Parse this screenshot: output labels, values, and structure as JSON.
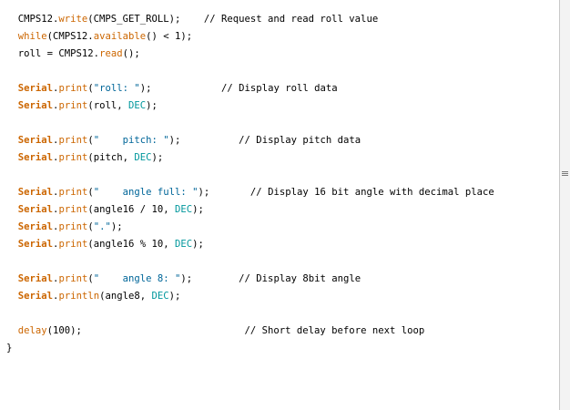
{
  "editor": {
    "lines": [
      [
        {
          "t": "  CMPS12.",
          "c": "plain"
        },
        {
          "t": "write",
          "c": "kw"
        },
        {
          "t": "(CMPS_GET_ROLL);    // Request and read roll value",
          "c": "plain"
        }
      ],
      [
        {
          "t": "  ",
          "c": "plain"
        },
        {
          "t": "while",
          "c": "kw"
        },
        {
          "t": "(CMPS12.",
          "c": "plain"
        },
        {
          "t": "available",
          "c": "kw"
        },
        {
          "t": "() < 1);",
          "c": "plain"
        }
      ],
      [
        {
          "t": "  roll = CMPS12.",
          "c": "plain"
        },
        {
          "t": "read",
          "c": "kw"
        },
        {
          "t": "();",
          "c": "plain"
        }
      ],
      [],
      [
        {
          "t": "  ",
          "c": "plain"
        },
        {
          "t": "Serial",
          "c": "kwb"
        },
        {
          "t": ".",
          "c": "plain"
        },
        {
          "t": "print",
          "c": "kw"
        },
        {
          "t": "(",
          "c": "plain"
        },
        {
          "t": "\"roll: \"",
          "c": "str"
        },
        {
          "t": ");            // Display roll data",
          "c": "plain"
        }
      ],
      [
        {
          "t": "  ",
          "c": "plain"
        },
        {
          "t": "Serial",
          "c": "kwb"
        },
        {
          "t": ".",
          "c": "plain"
        },
        {
          "t": "print",
          "c": "kw"
        },
        {
          "t": "(roll, ",
          "c": "plain"
        },
        {
          "t": "DEC",
          "c": "const"
        },
        {
          "t": ");",
          "c": "plain"
        }
      ],
      [],
      [
        {
          "t": "  ",
          "c": "plain"
        },
        {
          "t": "Serial",
          "c": "kwb"
        },
        {
          "t": ".",
          "c": "plain"
        },
        {
          "t": "print",
          "c": "kw"
        },
        {
          "t": "(",
          "c": "plain"
        },
        {
          "t": "\"    pitch: \"",
          "c": "str"
        },
        {
          "t": ");          // Display pitch data",
          "c": "plain"
        }
      ],
      [
        {
          "t": "  ",
          "c": "plain"
        },
        {
          "t": "Serial",
          "c": "kwb"
        },
        {
          "t": ".",
          "c": "plain"
        },
        {
          "t": "print",
          "c": "kw"
        },
        {
          "t": "(pitch, ",
          "c": "plain"
        },
        {
          "t": "DEC",
          "c": "const"
        },
        {
          "t": ");",
          "c": "plain"
        }
      ],
      [],
      [
        {
          "t": "  ",
          "c": "plain"
        },
        {
          "t": "Serial",
          "c": "kwb"
        },
        {
          "t": ".",
          "c": "plain"
        },
        {
          "t": "print",
          "c": "kw"
        },
        {
          "t": "(",
          "c": "plain"
        },
        {
          "t": "\"    angle full: \"",
          "c": "str"
        },
        {
          "t": ");       // Display 16 bit angle with decimal place",
          "c": "plain"
        }
      ],
      [
        {
          "t": "  ",
          "c": "plain"
        },
        {
          "t": "Serial",
          "c": "kwb"
        },
        {
          "t": ".",
          "c": "plain"
        },
        {
          "t": "print",
          "c": "kw"
        },
        {
          "t": "(angle16 / 10, ",
          "c": "plain"
        },
        {
          "t": "DEC",
          "c": "const"
        },
        {
          "t": ");",
          "c": "plain"
        }
      ],
      [
        {
          "t": "  ",
          "c": "plain"
        },
        {
          "t": "Serial",
          "c": "kwb"
        },
        {
          "t": ".",
          "c": "plain"
        },
        {
          "t": "print",
          "c": "kw"
        },
        {
          "t": "(",
          "c": "plain"
        },
        {
          "t": "\".\"",
          "c": "str"
        },
        {
          "t": ");",
          "c": "plain"
        }
      ],
      [
        {
          "t": "  ",
          "c": "plain"
        },
        {
          "t": "Serial",
          "c": "kwb"
        },
        {
          "t": ".",
          "c": "plain"
        },
        {
          "t": "print",
          "c": "kw"
        },
        {
          "t": "(angle16 % 10, ",
          "c": "plain"
        },
        {
          "t": "DEC",
          "c": "const"
        },
        {
          "t": ");",
          "c": "plain"
        }
      ],
      [],
      [
        {
          "t": "  ",
          "c": "plain"
        },
        {
          "t": "Serial",
          "c": "kwb"
        },
        {
          "t": ".",
          "c": "plain"
        },
        {
          "t": "print",
          "c": "kw"
        },
        {
          "t": "(",
          "c": "plain"
        },
        {
          "t": "\"    angle 8: \"",
          "c": "str"
        },
        {
          "t": ");        // Display 8bit angle",
          "c": "plain"
        }
      ],
      [
        {
          "t": "  ",
          "c": "plain"
        },
        {
          "t": "Serial",
          "c": "kwb"
        },
        {
          "t": ".",
          "c": "plain"
        },
        {
          "t": "println",
          "c": "kw"
        },
        {
          "t": "(angle8, ",
          "c": "plain"
        },
        {
          "t": "DEC",
          "c": "const"
        },
        {
          "t": ");",
          "c": "plain"
        }
      ],
      [],
      [
        {
          "t": "  ",
          "c": "plain"
        },
        {
          "t": "delay",
          "c": "kw"
        },
        {
          "t": "(100);                            // Short delay before next loop",
          "c": "plain"
        }
      ],
      [
        {
          "t": "}",
          "c": "plain"
        }
      ]
    ]
  },
  "colors": {
    "keyword": "#cc6600",
    "string": "#006699",
    "constant": "#00979c",
    "text": "#000000",
    "background": "#ffffff"
  },
  "scrollbar": {
    "icon": "scroll-grip-icon"
  }
}
